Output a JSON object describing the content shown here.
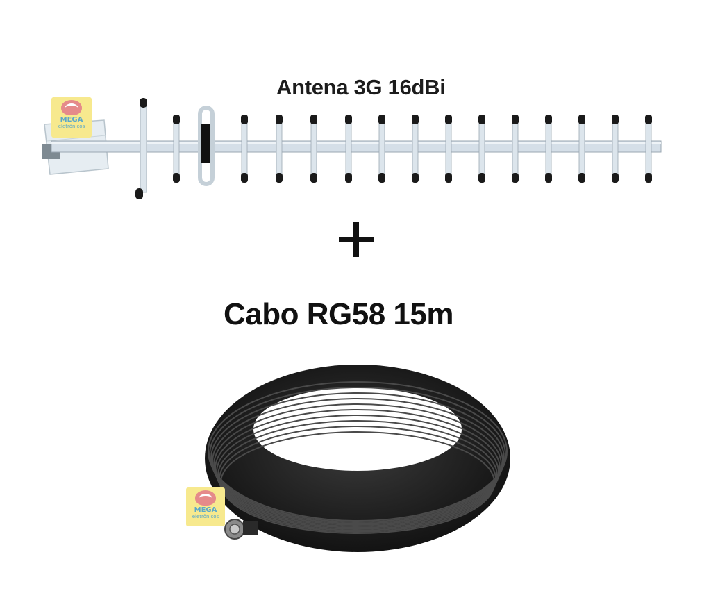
{
  "antenna": {
    "title": "Antena 3G 16dBi"
  },
  "separator": {
    "symbol": "+"
  },
  "cable": {
    "title": "Cabo RG58 15m"
  },
  "watermark": {
    "brand": "MEGA",
    "sub": "eletrônicos"
  },
  "colors": {
    "text": "#111111",
    "antenna_metal": "#cfd9e3",
    "element_tip": "#1a1a1a",
    "cable": "#1c1c1c",
    "watermark_bg": "#f7e98e"
  }
}
